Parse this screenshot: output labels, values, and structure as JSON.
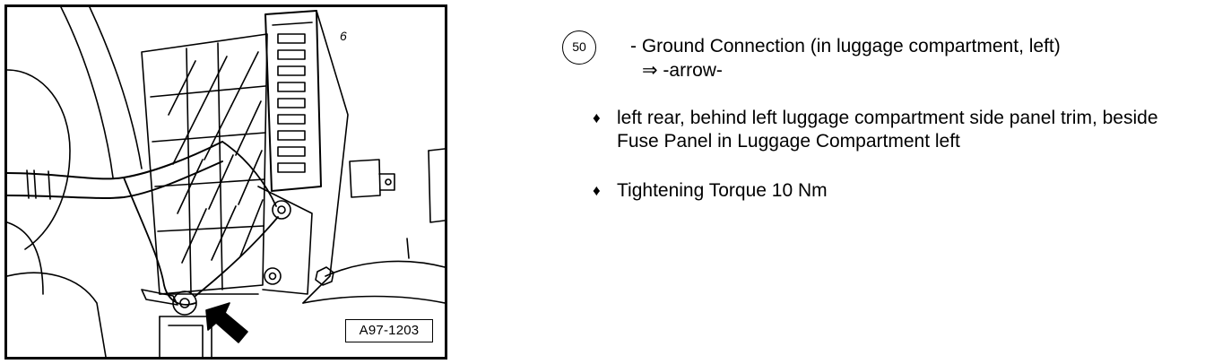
{
  "figure": {
    "id_label": "A97-1203",
    "part_label": "6"
  },
  "item": {
    "number": "50",
    "title": "- Ground Connection (in luggage compartment, left)",
    "reference": "⇒ -arrow-",
    "bullets": [
      "left rear, behind left luggage compartment side panel trim, beside Fuse Panel in Luggage Compartment left",
      "Tightening Torque 10 Nm"
    ],
    "bullet_symbol": "♦"
  },
  "colors": {
    "ink": "#000000",
    "paper": "#ffffff"
  }
}
